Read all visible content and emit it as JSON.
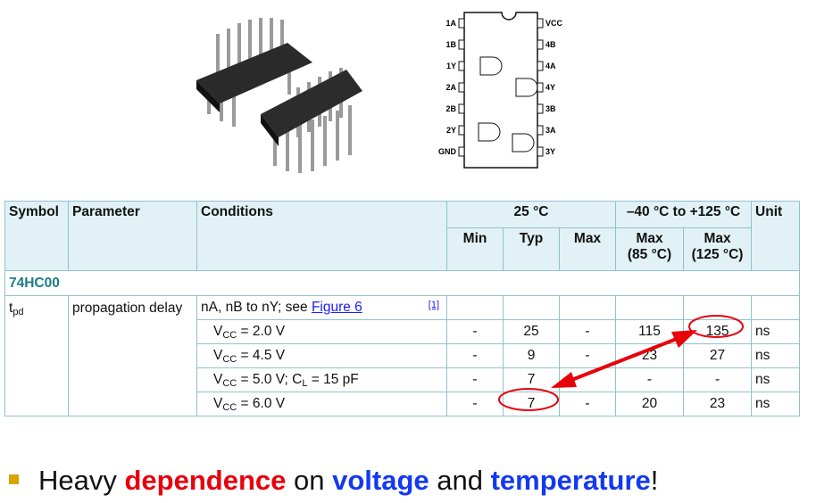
{
  "pinout": {
    "left_pins": [
      "1A",
      "1B",
      "1Y",
      "2A",
      "2B",
      "2Y",
      "GND"
    ],
    "right_pins": [
      "VCC",
      "4B",
      "4A",
      "4Y",
      "3B",
      "3A",
      "3Y"
    ]
  },
  "table": {
    "headers": {
      "symbol": "Symbol",
      "parameter": "Parameter",
      "conditions": "Conditions",
      "t25": "25 °C",
      "trange": "–40 °C to +125 °C",
      "unit": "Unit",
      "min": "Min",
      "typ": "Typ",
      "max": "Max",
      "max85_a": "Max",
      "max85_b": "(85 °C)",
      "max125_a": "Max",
      "max125_b": "(125 °C)"
    },
    "group": "74HC00",
    "symbol_main": "t",
    "symbol_sub": "pd",
    "parameter": "propagation delay",
    "cond_text": "nA, nB to nY; see ",
    "cond_link": "Figure 6",
    "cond_ref": "[1]",
    "rows": [
      {
        "v": "V",
        "vs": "CC",
        "cond": " = 2.0 V",
        "extra": "",
        "min": "-",
        "typ": "25",
        "max": "-",
        "max85": "115",
        "max125": "135",
        "unit": "ns"
      },
      {
        "v": "V",
        "vs": "CC",
        "cond": " = 4.5 V",
        "extra": "",
        "min": "-",
        "typ": "9",
        "max": "-",
        "max85": "23",
        "max125": "27",
        "unit": "ns"
      },
      {
        "v": "V",
        "vs": "CC",
        "cond": " = 5.0 V; C",
        "cls": "L",
        "extra": " = 15 pF",
        "min": "-",
        "typ": "7",
        "max": "",
        "max85": "-",
        "max125": "-",
        "unit": "ns"
      },
      {
        "v": "V",
        "vs": "CC",
        "cond": " = 6.0 V",
        "extra": "",
        "min": "-",
        "typ": "7",
        "max": "-",
        "max85": "20",
        "max125": "23",
        "unit": "ns"
      }
    ]
  },
  "bullet": {
    "t1": "Heavy ",
    "t2": "dependence",
    "t3": " on ",
    "t4": "voltage",
    "t5": " and ",
    "t6": "temperature",
    "t7": "!"
  }
}
